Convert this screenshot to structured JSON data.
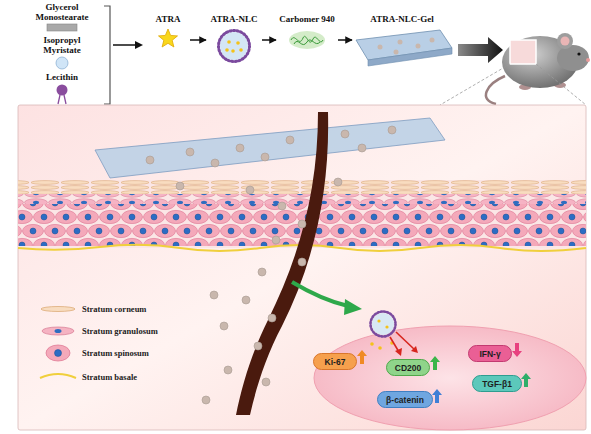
{
  "diagram": {
    "nodes": [
      {
        "text": [
          "ATRA"
        ]
      },
      {
        "text": [
          "ATRA-NLC"
        ]
      },
      {
        "text": [
          "Carbomer 940"
        ]
      },
      {
        "text": [
          "ATRA-NLC-Gel"
        ]
      },
      {
        "text": [
          "Ki-67"
        ]
      },
      {
        "text": [
          "CD200"
        ]
      },
      {
        "text": [
          "IFN-γ"
        ]
      },
      {
        "text": [
          "β-catenin"
        ]
      },
      {
        "text": [
          "TGF-β1"
        ]
      }
    ],
    "edges": [
      {
        "from": 0,
        "to": 1,
        "arrow": "to"
      },
      {
        "from": 1,
        "to": 2,
        "arrow": "to"
      },
      {
        "from": 2,
        "to": 3,
        "arrow": "to"
      }
    ],
    "labels": [
      "Glycerol Monostearate",
      "Isopropyl Myristate",
      "Lecithin"
    ],
    "legend": [
      {
        "text": "Stratum corneum"
      },
      {
        "text": "Stratum granulosum"
      },
      {
        "text": "Stratum spinosum"
      },
      {
        "text": "Stratum basale"
      }
    ]
  }
}
